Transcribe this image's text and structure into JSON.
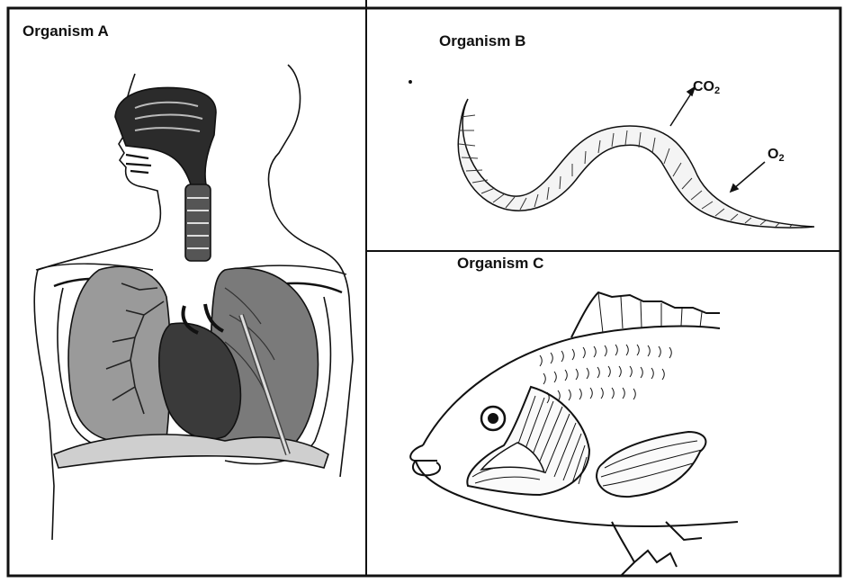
{
  "panels": [
    {
      "id": "a",
      "label": "Organism A"
    },
    {
      "id": "b",
      "label": "Organism B"
    },
    {
      "id": "c",
      "label": "Organism C"
    }
  ],
  "gases": {
    "co2": {
      "main": "CO",
      "sub": "2"
    },
    "o2": {
      "main": "O",
      "sub": "2"
    }
  },
  "colors": {
    "line": "#111111",
    "background": "#ffffff"
  }
}
